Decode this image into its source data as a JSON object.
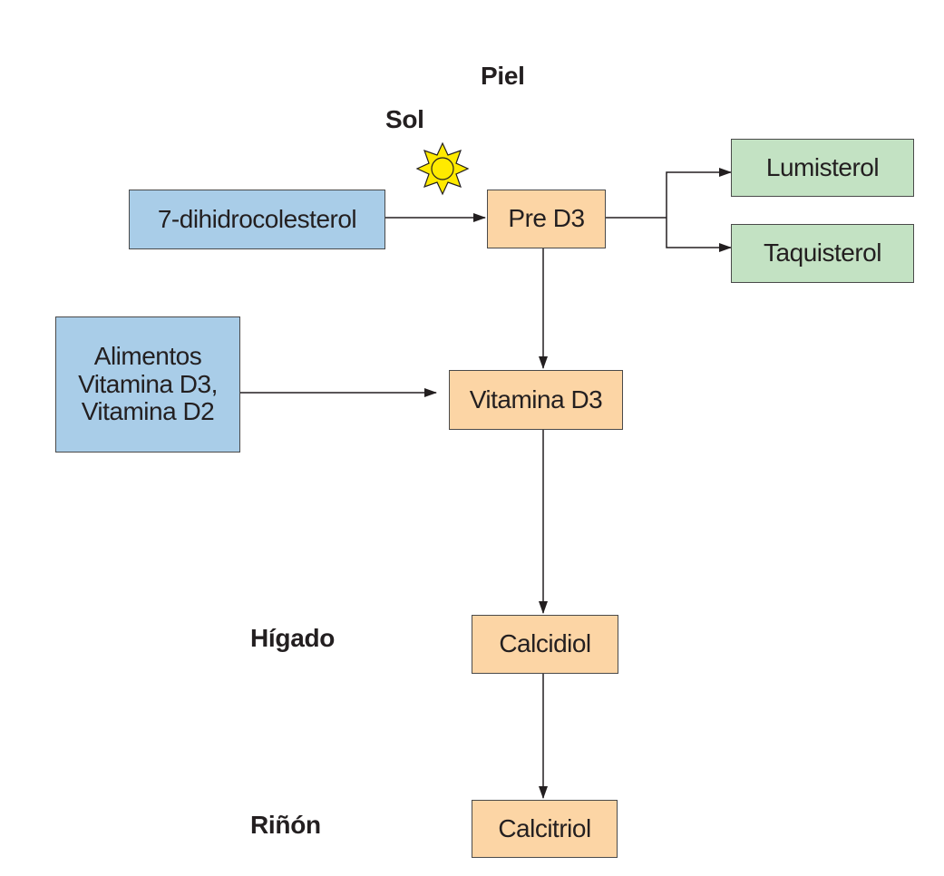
{
  "labels": {
    "piel": "Piel",
    "sol": "Sol",
    "higado": "Hígado",
    "rinon": "Riñón"
  },
  "nodes": {
    "dihidrocolesterol": "7-dihidrocolesterol",
    "pre_d3": "Pre D3",
    "lumisterol": "Lumisterol",
    "taquisterol": "Taquisterol",
    "alimentos": [
      "Alimentos",
      "Vitamina D3,",
      "Vitamina D2"
    ],
    "vitamina_d3": "Vitamina D3",
    "calcidiol": "Calcidiol",
    "calcitriol": "Calcitriol"
  },
  "colors": {
    "source": "#a9cde8",
    "intermediate": "#fcd5a5",
    "byproduct": "#c3e2c3",
    "sun": "#ffea00"
  },
  "icons": {
    "sun": "sun-icon"
  }
}
